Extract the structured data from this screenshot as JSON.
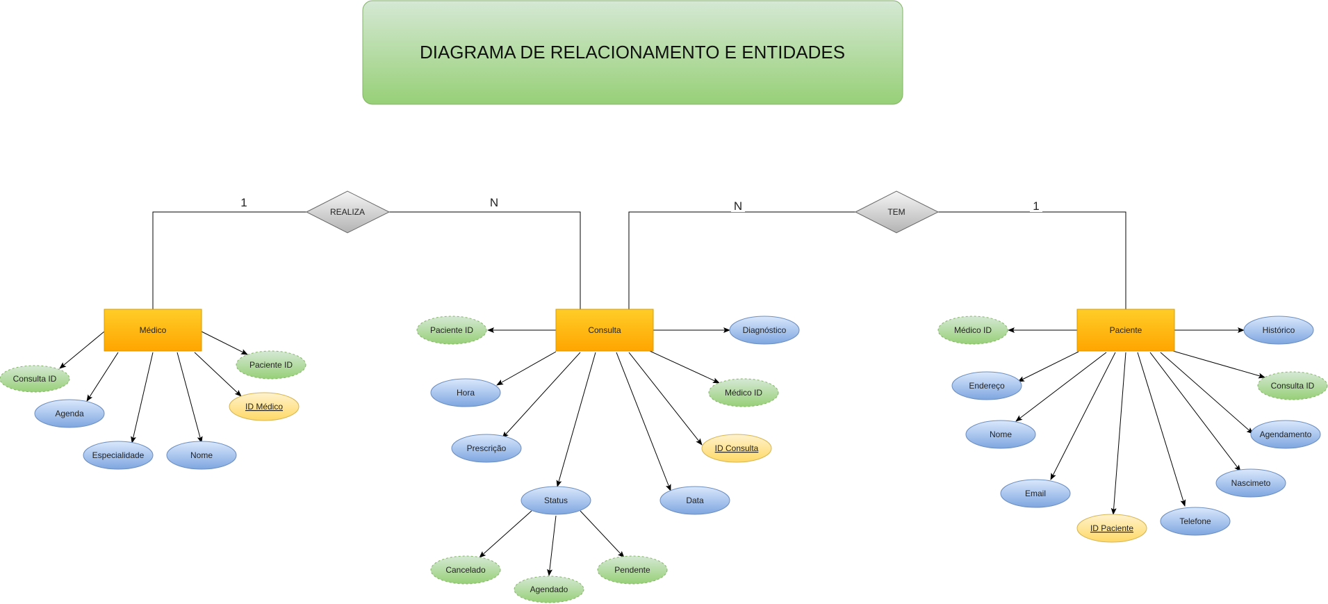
{
  "title": "DIAGRAMA DE RELACIONAMENTO E ENTIDADES",
  "colors": {
    "entity_fill": "#ffbb10",
    "entity_stroke": "#d79b00",
    "attr_blue": "#8fb3ea",
    "attr_green": "#a6d68a",
    "attr_key": "#ffe08a",
    "relationship": "#d3d3d3",
    "title_box": "#b5dca2"
  },
  "relationships": {
    "realiza": {
      "label": "REALIZA",
      "card_left": "1",
      "card_right": "N"
    },
    "tem": {
      "label": "TEM",
      "card_left": "N",
      "card_right": "1"
    }
  },
  "entities": {
    "medico": {
      "label": "Médico",
      "attributes": {
        "consulta_id": "Consulta ID",
        "agenda": "Agenda",
        "especialidade": "Especialidade",
        "nome": "Nome",
        "id_medico": "ID Médico",
        "paciente_id": "Paciente ID"
      }
    },
    "consulta": {
      "label": "Consulta",
      "attributes": {
        "paciente_id": "Paciente ID",
        "hora": "Hora",
        "prescricao": "Prescrição",
        "status": "Status",
        "data": "Data",
        "id_consulta": "ID Consulta",
        "medico_id": "Médico ID",
        "diagnostico": "Diagnóstico"
      },
      "status_values": {
        "cancelado": "Cancelado",
        "agendado": "Agendado",
        "pendente": "Pendente"
      }
    },
    "paciente": {
      "label": "Paciente",
      "attributes": {
        "medico_id": "Médico ID",
        "endereco": "Endereço",
        "nome": "Nome",
        "email": "Email",
        "id_paciente": "ID Paciente",
        "telefone": "Telefone",
        "nascimeto": "Nascimeto",
        "agendamento": "Agendamento",
        "consulta_id": "Consulta ID",
        "historico": "Histórico"
      }
    }
  }
}
